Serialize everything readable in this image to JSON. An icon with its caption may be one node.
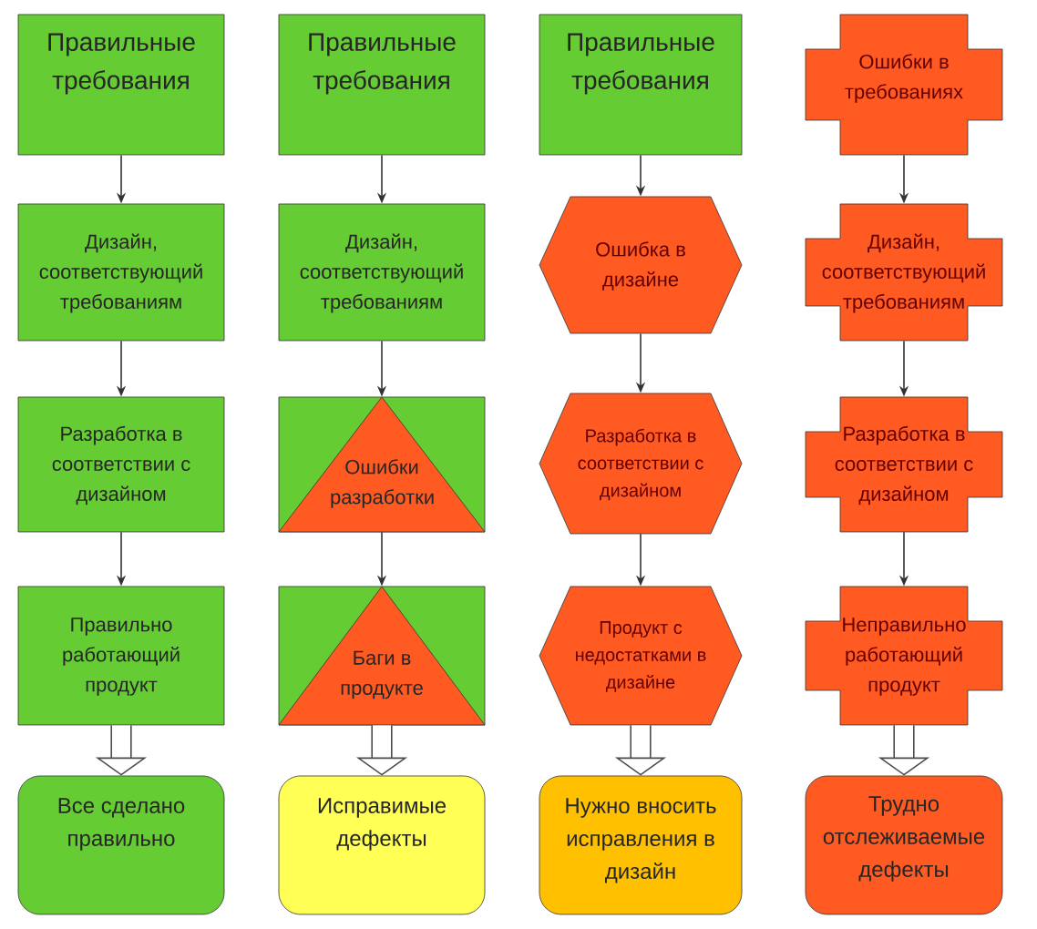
{
  "diagram": {
    "nodes": [
      {
        "text": [
          "Правильные требования"
        ]
      },
      {
        "text": [
          "Правильные требования"
        ]
      },
      {
        "text": [
          "Правильные требования"
        ]
      },
      {
        "text": [
          "Ошибки в требованиях"
        ]
      },
      {
        "text": [
          "Дизайн, соответствующий требованиям"
        ]
      },
      {
        "text": [
          "Дизайн, соответствующий требованиям"
        ]
      },
      {
        "text": [
          "Ошибка в дизайне"
        ]
      },
      {
        "text": [
          "Дизайн, соответствующий требованиям"
        ]
      },
      {
        "text": [
          "Разработка в соответствии с дизайном"
        ]
      },
      {
        "text": [
          "Ошибки разработки"
        ]
      },
      {
        "text": [
          "Разработка в соответствии с дизайном"
        ]
      },
      {
        "text": [
          "Разработка в соответствии с дизайном"
        ]
      },
      {
        "text": [
          "Правильно работающий продукт"
        ]
      },
      {
        "text": [
          "Баги в продукте"
        ]
      },
      {
        "text": [
          "Продукт с недостатками в дизайне"
        ]
      },
      {
        "text": [
          "Неправильно работающий продукт"
        ]
      },
      {
        "text": [
          "Все сделано правильно"
        ]
      },
      {
        "text": [
          "Исправимые дефекты"
        ]
      },
      {
        "text": [
          "Нужно вносить исправления в дизайн"
        ]
      },
      {
        "text": [
          "Трудно отслеживаемые дефекты"
        ]
      }
    ],
    "edges": [
      {
        "from": 0,
        "to": 4,
        "arrow": "to"
      },
      {
        "from": 4,
        "to": 8,
        "arrow": "to"
      },
      {
        "from": 8,
        "to": 12,
        "arrow": "to"
      },
      {
        "from": 12,
        "to": 16,
        "arrow": "to",
        "style": "thick"
      },
      {
        "from": 1,
        "to": 5,
        "arrow": "to"
      },
      {
        "from": 5,
        "to": 9,
        "arrow": "to"
      },
      {
        "from": 9,
        "to": 13,
        "arrow": "to"
      },
      {
        "from": 13,
        "to": 17,
        "arrow": "to",
        "style": "thick"
      },
      {
        "from": 2,
        "to": 6,
        "arrow": "to"
      },
      {
        "from": 6,
        "to": 10,
        "arrow": "to"
      },
      {
        "from": 10,
        "to": 14,
        "arrow": "to"
      },
      {
        "from": 14,
        "to": 18,
        "arrow": "to",
        "style": "thick"
      },
      {
        "from": 3,
        "to": 7,
        "arrow": "to"
      },
      {
        "from": 7,
        "to": 11,
        "arrow": "to"
      },
      {
        "from": 11,
        "to": 15,
        "arrow": "to"
      },
      {
        "from": 15,
        "to": 19,
        "arrow": "to",
        "style": "thick"
      }
    ]
  }
}
